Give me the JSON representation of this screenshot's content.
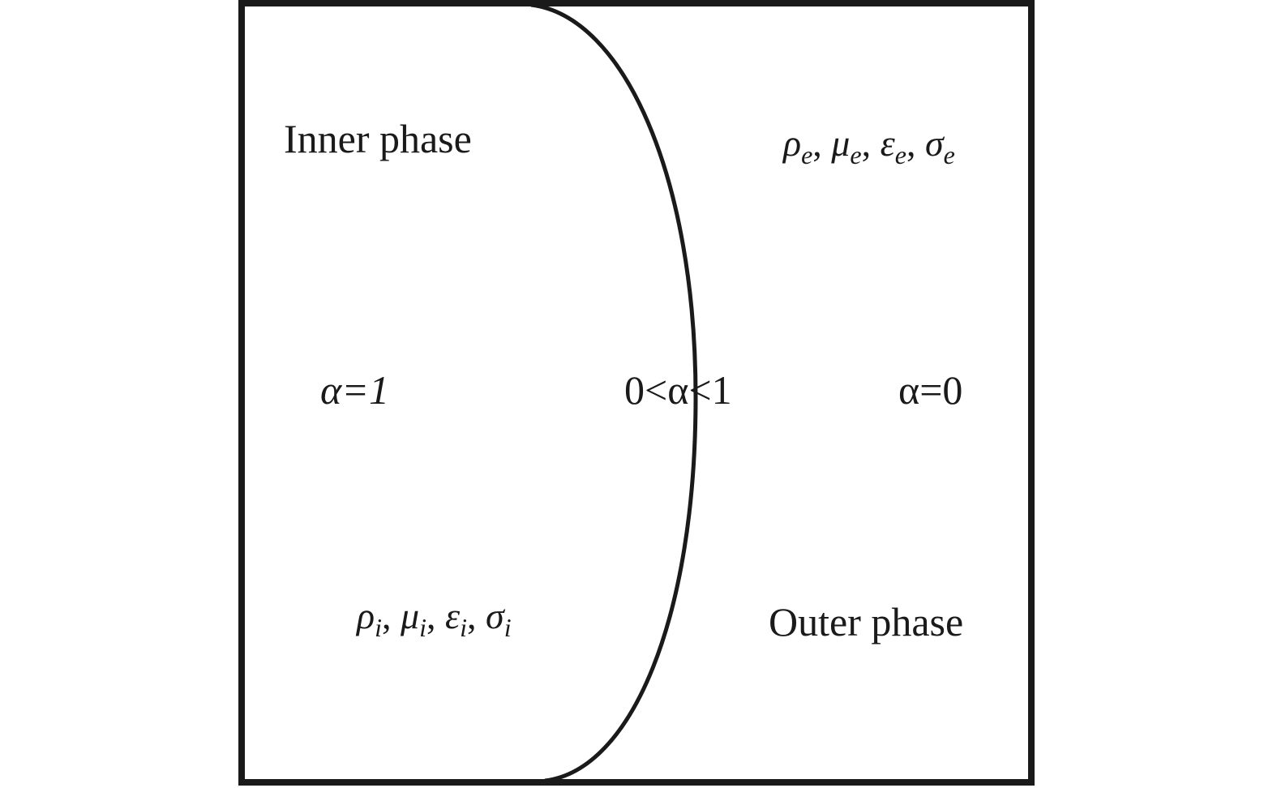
{
  "inner": {
    "label": "Inner phase",
    "alpha": "α=1",
    "props": [
      {
        "sym": "ρ",
        "sub": "i"
      },
      {
        "sym": "μ",
        "sub": "i"
      },
      {
        "sym": "ε",
        "sub": "i"
      },
      {
        "sym": "σ",
        "sub": "i"
      }
    ]
  },
  "interface": {
    "alpha": "0<α<1"
  },
  "outer": {
    "label": "Outer phase",
    "alpha": "α=0",
    "props": [
      {
        "sym": "ρ",
        "sub": "e"
      },
      {
        "sym": "μ",
        "sub": "e"
      },
      {
        "sym": "ε",
        "sub": "e"
      },
      {
        "sym": "σ",
        "sub": "e"
      }
    ]
  },
  "separator": ", ",
  "colors": {
    "line": "#1a1a1a",
    "background": "#ffffff"
  }
}
